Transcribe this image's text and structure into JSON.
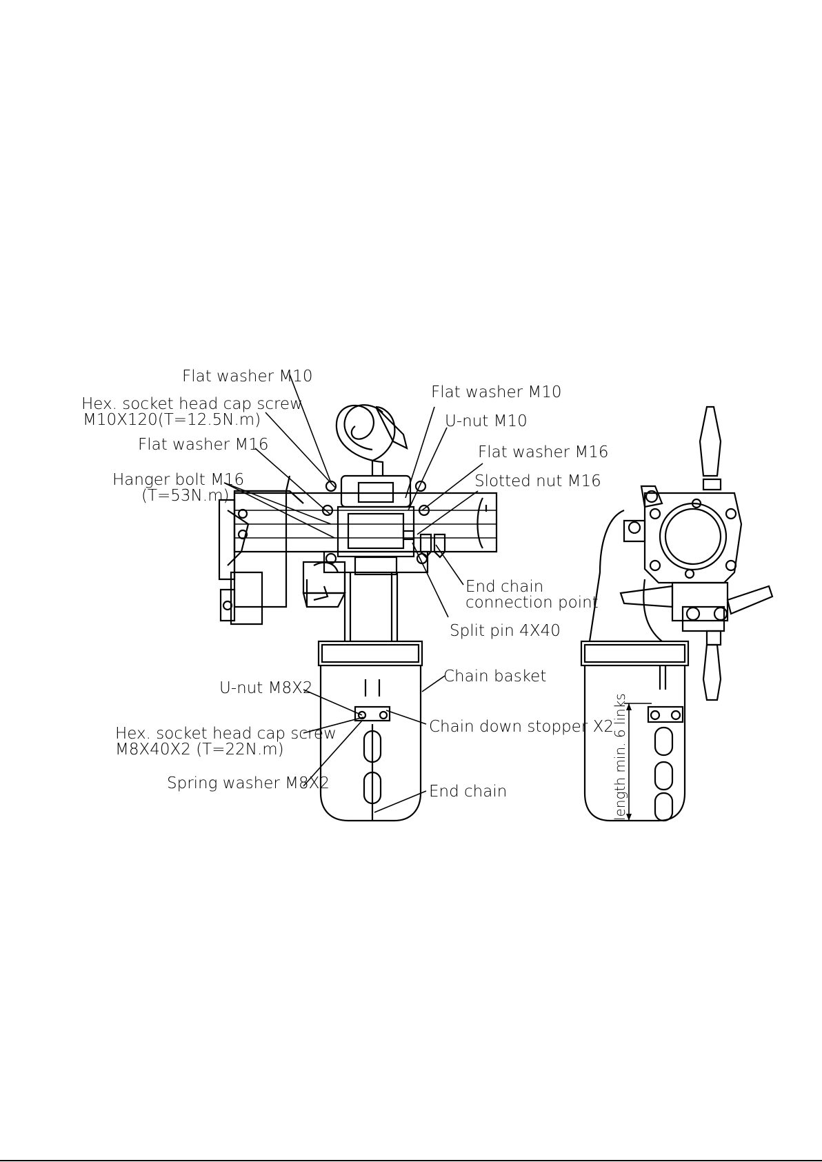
{
  "callouts": {
    "flat_washer_m10_left": "Flat washer M10",
    "hex_screw_m10_line1": "Hex. socket head cap screw",
    "hex_screw_m10_line2": "M10X120(T=12.5N.m)",
    "flat_washer_m16_left": "Flat washer M16",
    "hanger_bolt_line1": "Hanger bolt M16",
    "hanger_bolt_line2": "(T=53N.m)",
    "flat_washer_m10_right": "Flat washer M10",
    "u_nut_m10": "U-nut M10",
    "flat_washer_m16_right": "Flat washer M16",
    "slotted_nut_m16": "Slotted nut M16",
    "end_chain_conn_line1": "End chain",
    "end_chain_conn_line2": "connection point",
    "split_pin": "Split pin 4X40",
    "chain_basket": "Chain basket",
    "u_nut_m8": "U-nut M8X2",
    "chain_down_stopper": "Chain down stopper X2",
    "hex_screw_m8_line1": "Hex. socket head cap screw",
    "hex_screw_m8_line2": "M8X40X2 (T=22N.m)",
    "spring_washer_m8": "Spring washer M8X2",
    "end_chain": "End chain",
    "length_min": "length min. 6 links"
  }
}
